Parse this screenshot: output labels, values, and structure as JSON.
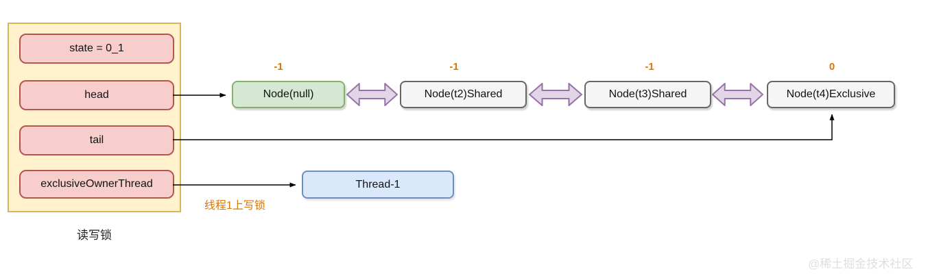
{
  "diagram": {
    "caption": "读写锁",
    "lock_object": {
      "fields": [
        "state = 0_1",
        "head",
        "tail",
        "exclusiveOwnerThread"
      ]
    },
    "queue_nodes": [
      {
        "label": "Node(null)",
        "wait_status": "-1"
      },
      {
        "label": "Node(t2)Shared",
        "wait_status": "-1"
      },
      {
        "label": "Node(t3)Shared",
        "wait_status": "-1"
      },
      {
        "label": "Node(t4)Exclusive",
        "wait_status": "0"
      }
    ],
    "thread": {
      "label": "Thread-1"
    },
    "annotation": "线程1上写锁",
    "watermark": "@稀土掘金技术社区",
    "colors": {
      "container_fill": "#FFF2CC",
      "container_border": "#D6B656",
      "field_fill": "#F8CECC",
      "field_border": "#B85450",
      "head_node_fill": "#D5E8D4",
      "head_node_border": "#82B366",
      "node_fill": "#F5F5F5",
      "node_border": "#666666",
      "thread_fill": "#DAE8FC",
      "thread_border": "#6C8EBF",
      "double_arrow_fill": "#E1D5E7",
      "double_arrow_border": "#9673A6",
      "annotation_text": "#D97706",
      "watermark_text": "#DFDFDF"
    }
  }
}
